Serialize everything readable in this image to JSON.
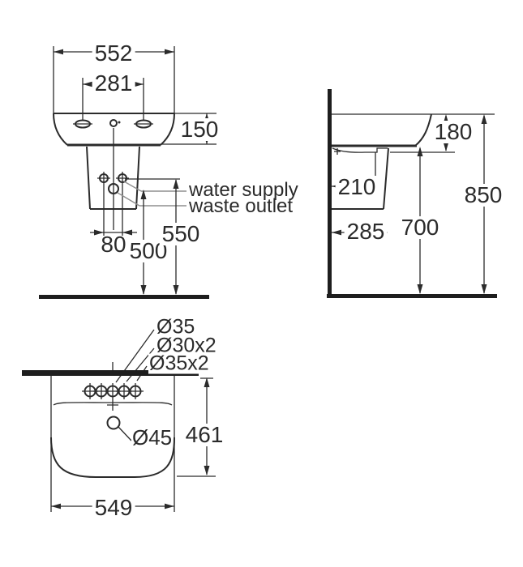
{
  "front_view": {
    "overall_width": "552",
    "taphole_spacing": "281",
    "basin_height": "150",
    "fixing_hole_spacing": "80",
    "waste_outlet_height": "500",
    "water_supply_height": "550",
    "water_supply_label": "water supply",
    "waste_outlet_label": "waste outlet"
  },
  "side_view": {
    "basin_depth": "180",
    "water_supply_setout": "210",
    "pedestal_depth": "285",
    "underside_height": "700",
    "overall_height": "850"
  },
  "plan_view": {
    "center_hole_dia": "Ø35",
    "hole_pair_dia_30": "Ø30x2",
    "hole_pair_dia_35": "Ø35x2",
    "overflow_dia": "Ø45",
    "basin_depth": "461",
    "basin_width": "549"
  },
  "colors": {
    "line": "#2b2b2b",
    "leader": "#8f8f8f",
    "background": "#ffffff"
  }
}
